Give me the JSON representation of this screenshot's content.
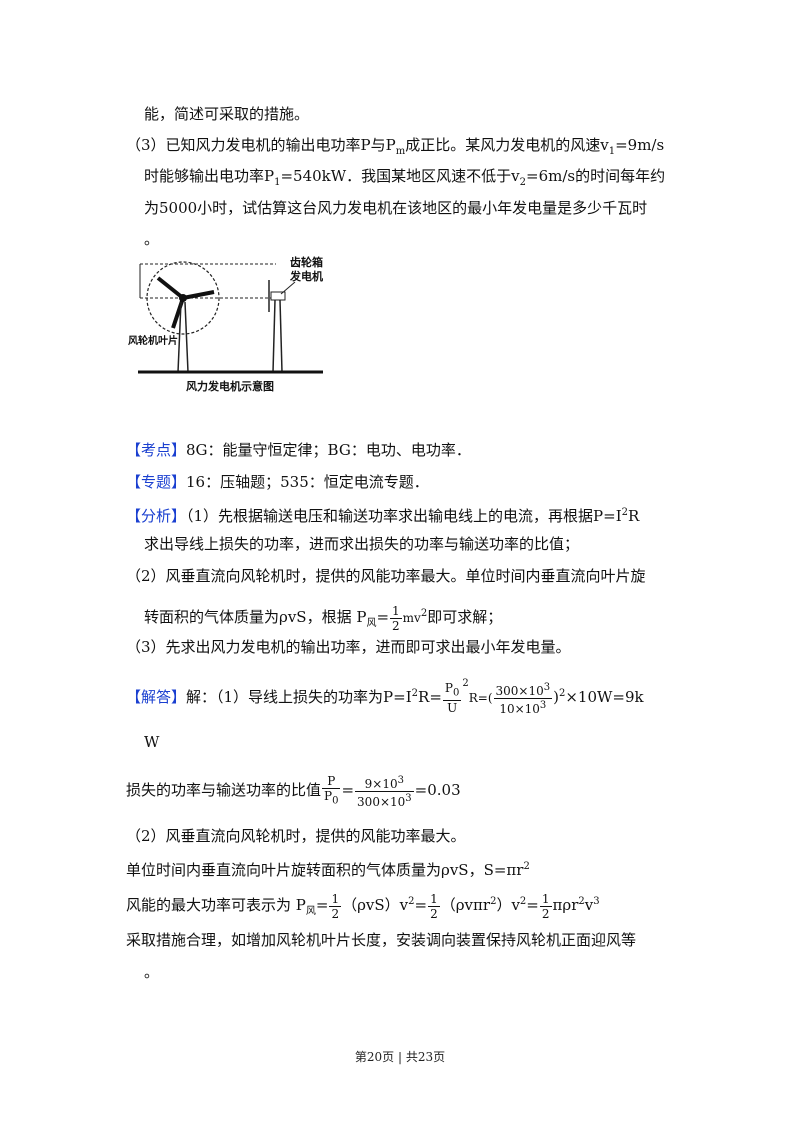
{
  "lines": {
    "l1": "能，简述可采取的措施。",
    "l2a": "（3）已知风力发电机的输出电功率P与P",
    "l2sub": "m",
    "l2b": "成正比。某风力发电机的风速v",
    "l2sub2": "1",
    "l2c": "=9m/s",
    "l3a": "时能够输出电功率P",
    "l3sub": "1",
    "l3b": "=540kW．我国某地区风速不低于v",
    "l3sub2": "2",
    "l3c": "=6m/s的时间每年约",
    "l4": "为5000小时，试估算这台风力发电机在该地区的最小年发电量是多少千瓦时",
    "l5": "。"
  },
  "figure": {
    "label_gearbox": "齿轮箱",
    "label_generator": "发电机",
    "label_blade": "风轮机叶片",
    "caption": "风力发电机示意图"
  },
  "kaodian": {
    "tag": "【考点】",
    "text": "8G：能量守恒定律；BG：电功、电功率．"
  },
  "zhuanti": {
    "tag": "【专题】",
    "text": "16：压轴题；535：恒定电流专题．"
  },
  "fenxi": {
    "tag": "【分析】",
    "p1a": "（1）先根据输送电压和输送功率求出输电线上的电流，再根据P=I",
    "p1sup": "2",
    "p1b": "R",
    "p2": "求出导线上损失的功率，进而求出损失的功率与输送功率的比值；",
    "p3": "（2）风垂直流向风轮机时，提供的风能功率最大。单位时间内垂直流向叶片旋",
    "p4a": "转面积的气体质量为ρvS，根据 P",
    "p4sub": "风",
    "p4b": "=",
    "p4num": "1",
    "p4den": "2",
    "p4c": "mv",
    "p4sup": "2",
    "p4d": "即可求解；",
    "p5": "（3）先求出风力发电机的输出功率，进而即可求出最小年发电量。"
  },
  "jieda": {
    "tag": "【解答】",
    "a1": "解：（1）导线上损失的功率为P=I",
    "a1sup": "2",
    "a1b": "R=",
    "f1num": "P",
    "f1numsub": "0",
    "f1sup": "2",
    "f1den": "U",
    "a1c": "R=(",
    "f2num": "300×10",
    "f2numsup": "3",
    "f2den": "10×10",
    "f2densup": "3",
    "a1d": ")",
    "a1sup2": "2",
    "a1e": "×10W=9k",
    "a2": "W",
    "a3a": "损失的功率与输送功率的比值",
    "f3num": "P",
    "f3den": "P",
    "f3densub": "0",
    "a3b": "=",
    "f4num": "9×10",
    "f4numsup": "3",
    "f4den": "300×10",
    "f4densup": "3",
    "a3c": "=0.03",
    "a4": "（2）风垂直流向风轮机时，提供的风能功率最大。",
    "a5a": "单位时间内垂直流向叶片旋转面积的气体质量为ρvS，S=πr",
    "a5sup": "2",
    "a6a": "风能的最大功率可表示为 P",
    "a6sub": "风",
    "a6b": "=",
    "a6c": "（ρvS）v",
    "a6d": "=",
    "a6e": "（ρvπr",
    "a6f": "）v",
    "a6g": "=",
    "a6h": "πρr",
    "a6i": "v",
    "one": "1",
    "two": "2",
    "sup2": "2",
    "sup3": "3",
    "a7": "采取措施合理，如增加风轮机叶片长度，安装调向装置保持风轮机正面迎风等",
    "a8": "。"
  },
  "footer": "第20页 | 共23页"
}
